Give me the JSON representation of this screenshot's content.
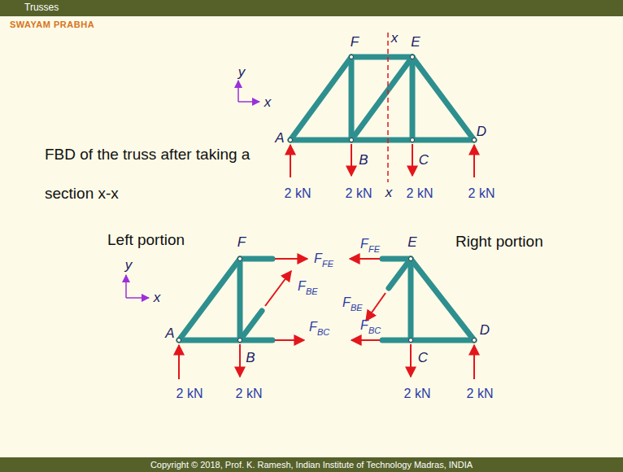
{
  "diagram": {
    "title": "Trusses",
    "labels": [
      "SWAYAM PRABHA",
      "F",
      "x",
      "E",
      "y",
      "x",
      "A",
      "B",
      "x",
      "C",
      "D",
      "2 kN",
      "2 kN",
      "2 kN",
      "2 kN",
      "FBD of the truss after taking a section x-x",
      "Left portion",
      "Right portion",
      "F",
      "F",
      "FE",
      "F",
      "BE",
      "F",
      "BC",
      "y",
      "x",
      "A",
      "B",
      "2 kN",
      "2 kN",
      "F",
      "FE",
      "E",
      "F",
      "BE",
      "F",
      "BC",
      "C",
      "D",
      "2 kN",
      "2 kN",
      "Copyright © 2018, Prof. K. Ramesh, Indian Institute of Technology Madras, INDIA"
    ]
  }
}
